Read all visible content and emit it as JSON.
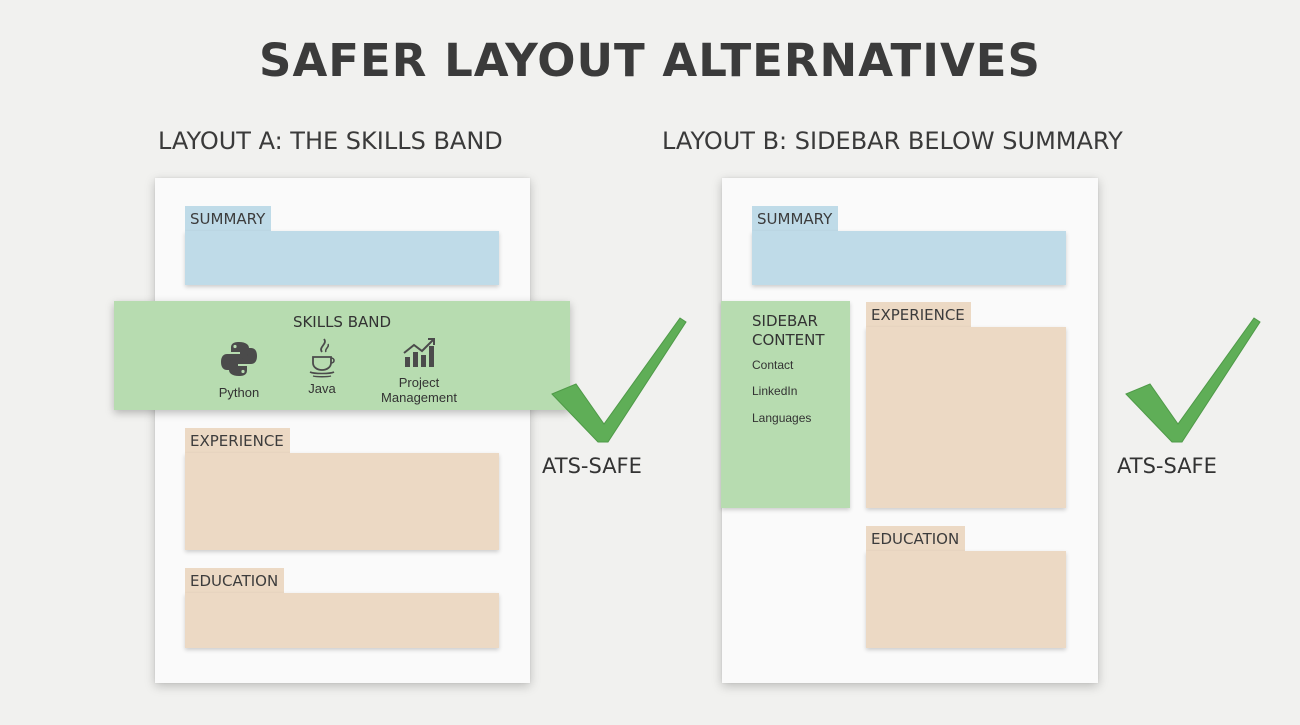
{
  "title": "SAFER LAYOUT ALTERNATIVES",
  "layout_a": {
    "title": "LAYOUT A: THE SKILLS BAND",
    "summary": "SUMMARY",
    "skills_band": {
      "title": "SKILLS BAND",
      "skills": [
        {
          "label": "Python",
          "icon": "python-icon"
        },
        {
          "label": "Java",
          "icon": "java-icon"
        },
        {
          "label": "Project Management",
          "icon": "chart-icon"
        }
      ]
    },
    "experience": "EXPERIENCE",
    "education": "EDUCATION",
    "verdict": "ATS-SAFE"
  },
  "layout_b": {
    "title": "LAYOUT B: SIDEBAR BELOW SUMMARY",
    "summary": "SUMMARY",
    "sidebar": {
      "title": "SIDEBAR CONTENT",
      "items": [
        "Contact",
        "LinkedIn",
        "Languages"
      ]
    },
    "experience": "EXPERIENCE",
    "education": "EDUCATION",
    "verdict": "ATS-SAFE"
  },
  "colors": {
    "summary": "#bfdbe8",
    "section": "#ecd9c4",
    "green": "#b7dcb0",
    "checkmark": "#5fae57"
  }
}
